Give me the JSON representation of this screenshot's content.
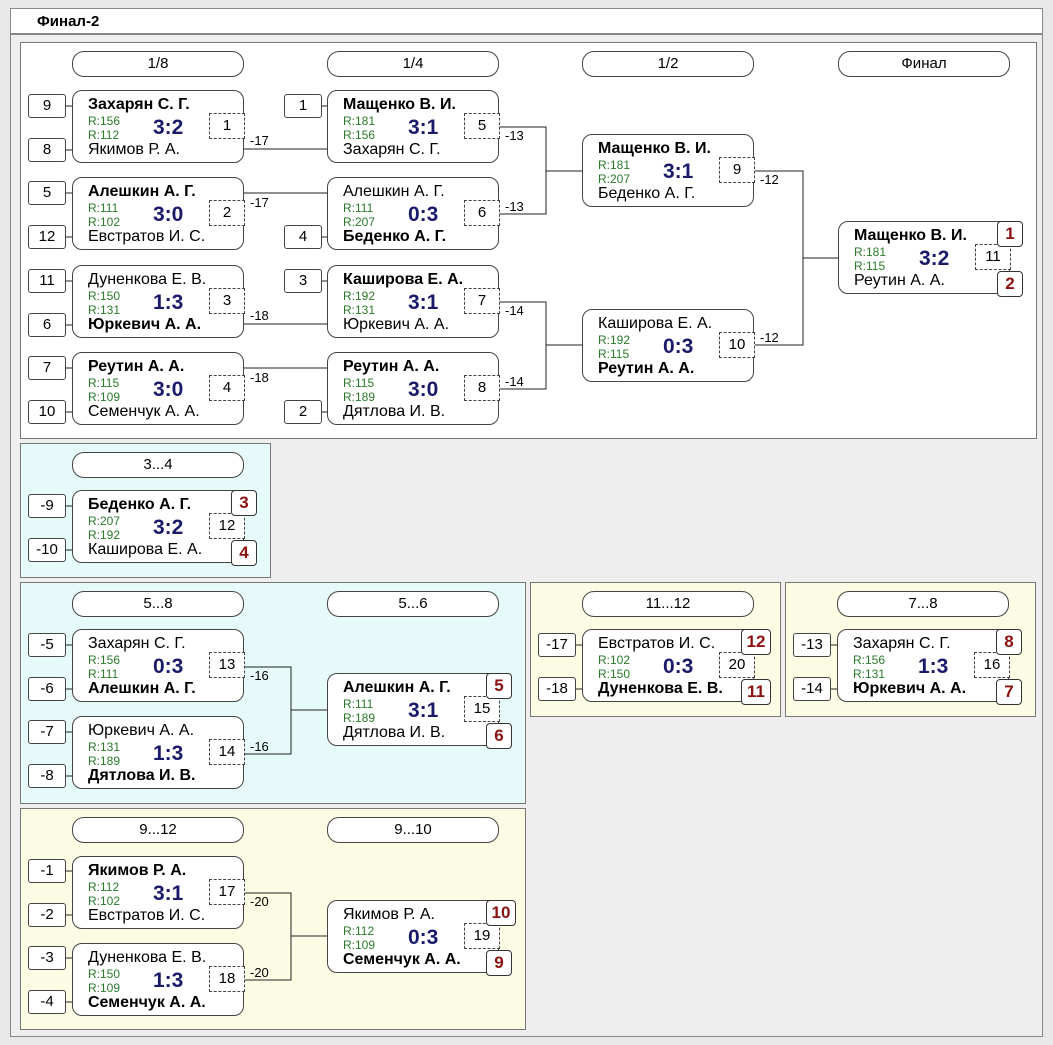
{
  "title": "Финал-2",
  "rounds": {
    "r18": "1/8",
    "r14": "1/4",
    "r12": "1/2",
    "final": "Финал",
    "p34": "3...4",
    "p58": "5...8",
    "p56": "5...6",
    "p1112": "11...12",
    "p78": "7...8",
    "p912": "9...12",
    "p910": "9...10"
  },
  "matches": {
    "m1": {
      "p1": "Захарян С. Г.",
      "r1": "R:156",
      "p2": "Якимов Р. А.",
      "r2": "R:112",
      "score": "3:2",
      "num": "1",
      "loser": "-17",
      "seed1": "9",
      "seed2": "8"
    },
    "m2": {
      "p1": "Алешкин А. Г.",
      "r1": "R:111",
      "p2": "Евстратов И. С.",
      "r2": "R:102",
      "score": "3:0",
      "num": "2",
      "loser": "-17",
      "seed1": "5",
      "seed2": "12"
    },
    "m3": {
      "p1": "Дуненкова Е. В.",
      "r1": "R:150",
      "p2": "Юркевич А. А.",
      "r2": "R:131",
      "score": "1:3",
      "num": "3",
      "loser": "-18",
      "seed1": "11",
      "seed2": "6"
    },
    "m4": {
      "p1": "Реутин А. А.",
      "r1": "R:115",
      "p2": "Семенчук А. А.",
      "r2": "R:109",
      "score": "3:0",
      "num": "4",
      "loser": "-18",
      "seed1": "7",
      "seed2": "10"
    },
    "m5": {
      "p1": "Мащенко В. И.",
      "r1": "R:181",
      "p2": "Захарян С. Г.",
      "r2": "R:156",
      "score": "3:1",
      "num": "5",
      "loser": "-13",
      "seed1": "1"
    },
    "m6": {
      "p1": "Алешкин А. Г.",
      "r1": "R:111",
      "p2": "Беденко А. Г.",
      "r2": "R:207",
      "score": "0:3",
      "num": "6",
      "loser": "-13",
      "seed2": "4"
    },
    "m7": {
      "p1": "Каширова Е. А.",
      "r1": "R:192",
      "p2": "Юркевич А. А.",
      "r2": "R:131",
      "score": "3:1",
      "num": "7",
      "loser": "-14",
      "seed1": "3"
    },
    "m8": {
      "p1": "Реутин А. А.",
      "r1": "R:115",
      "p2": "Дятлова И. В.",
      "r2": "R:189",
      "score": "3:0",
      "num": "8",
      "loser": "-14",
      "seed2": "2"
    },
    "m9": {
      "p1": "Мащенко В. И.",
      "r1": "R:181",
      "p2": "Беденко А. Г.",
      "r2": "R:207",
      "score": "3:1",
      "num": "9",
      "loser": "-12"
    },
    "m10": {
      "p1": "Каширова Е. А.",
      "r1": "R:192",
      "p2": "Реутин А. А.",
      "r2": "R:115",
      "score": "0:3",
      "num": "10",
      "loser": "-12"
    },
    "m11": {
      "p1": "Мащенко В. И.",
      "r1": "R:181",
      "p2": "Реутин А. А.",
      "r2": "R:115",
      "score": "3:2",
      "num": "11",
      "place1": "1",
      "place2": "2"
    },
    "m12": {
      "p1": "Беденко А. Г.",
      "r1": "R:207",
      "p2": "Каширова Е. А.",
      "r2": "R:192",
      "score": "3:2",
      "num": "12",
      "seed1": "-9",
      "seed2": "-10",
      "place1": "3",
      "place2": "4"
    },
    "m13": {
      "p1": "Захарян С. Г.",
      "r1": "R:156",
      "p2": "Алешкин А. Г.",
      "r2": "R:111",
      "score": "0:3",
      "num": "13",
      "loser": "-16",
      "seed1": "-5",
      "seed2": "-6"
    },
    "m14": {
      "p1": "Юркевич А. А.",
      "r1": "R:131",
      "p2": "Дятлова И. В.",
      "r2": "R:189",
      "score": "1:3",
      "num": "14",
      "loser": "-16",
      "seed1": "-7",
      "seed2": "-8"
    },
    "m15": {
      "p1": "Алешкин А. Г.",
      "r1": "R:111",
      "p2": "Дятлова И. В.",
      "r2": "R:189",
      "score": "3:1",
      "num": "15",
      "place1": "5",
      "place2": "6"
    },
    "m16": {
      "p1": "Захарян С. Г.",
      "r1": "R:156",
      "p2": "Юркевич А. А.",
      "r2": "R:131",
      "score": "1:3",
      "num": "16",
      "seed1": "-13",
      "seed2": "-14",
      "place1": "8",
      "place2": "7"
    },
    "m17": {
      "p1": "Якимов Р. А.",
      "r1": "R:112",
      "p2": "Евстратов И. С.",
      "r2": "R:102",
      "score": "3:1",
      "num": "17",
      "loser": "-20",
      "seed1": "-1",
      "seed2": "-2"
    },
    "m18": {
      "p1": "Дуненкова Е. В.",
      "r1": "R:150",
      "p2": "Семенчук А. А.",
      "r2": "R:109",
      "score": "1:3",
      "num": "18",
      "loser": "-20",
      "seed1": "-3",
      "seed2": "-4"
    },
    "m19": {
      "p1": "Якимов Р. А.",
      "r1": "R:112",
      "p2": "Семенчук А. А.",
      "r2": "R:109",
      "score": "0:3",
      "num": "19",
      "place1": "10",
      "place2": "9"
    },
    "m20": {
      "p1": "Евстратов И. С.",
      "r1": "R:102",
      "p2": "Дуненкова Е. В.",
      "r2": "R:150",
      "score": "0:3",
      "num": "20",
      "seed1": "-17",
      "seed2": "-18",
      "place1": "12",
      "place2": "11"
    }
  },
  "colors": {
    "panel_main": "#ffffff",
    "panel_cyan": "#e6fafa",
    "panel_yellow": "#fcfce4",
    "place_text": "#8b1010",
    "score_text": "#1a1a6a",
    "rating_text": "#2a7a2a"
  }
}
